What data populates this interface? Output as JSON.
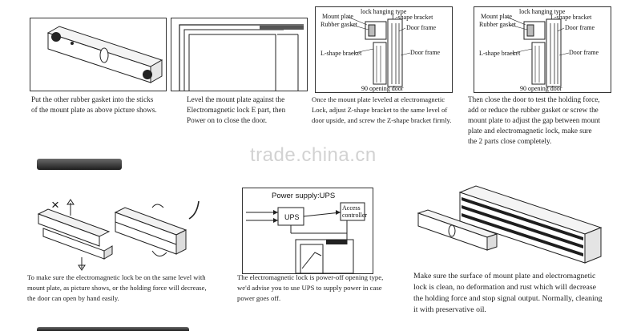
{
  "step1": {
    "caption": [
      "Put the other rubber gasket into the sticks",
      "of the mount plate as above picture shows."
    ]
  },
  "step2": {
    "caption": [
      "Level the mount plate against the",
      "Electromagnetic lock E part, then",
      "Power on to close the door."
    ]
  },
  "step3": {
    "labels": {
      "hanging": "lock hanging type",
      "mount": "Mount plate",
      "gasket": "Rubber gasket",
      "lshape_top": "L-shape bracket",
      "frame1": "Door frame",
      "lshape": "L-shape bracket",
      "frame2": "Door frame",
      "door": "90 opening door"
    },
    "caption": [
      "Once the mount plate leveled at electromagnetic",
      "Lock, adjust Z-shape bracket to the same level of",
      "door upside, and screw the  Z-shape bracket firmly."
    ]
  },
  "step4": {
    "labels": {
      "hanging": "lock hanging type",
      "mount": "Mount plate",
      "gasket": "Rubber gasket",
      "lshape_top": "L-shape bracket",
      "frame1": "Door frame",
      "lshape": "L-shape bracket",
      "frame2": "Door frame",
      "door": "90 opening door"
    },
    "caption": [
      "Then close the door to test the holding force,",
      "add or reduce the rubber gasket or screw the",
      "mount plate to adjust the gap between mount",
      "plate and electromagnetic lock, make sure",
      "the 2 parts close completely."
    ]
  },
  "watermark": "trade.china.cn",
  "step5": {
    "cross": "×",
    "caption": [
      "To make sure the electromagnetic lock be on the same level with",
      "mount plate, as picture shows, or the holding force will decrease,",
      "the door can open by hand easily."
    ]
  },
  "step6": {
    "title": "Power supply:UPS",
    "ups": "UPS",
    "access": [
      "Access",
      "controller"
    ],
    "caption": [
      "The electromagnetic lock is power-off opening type,",
      "we'd advise you  to use UPS to supply power in case",
      "power goes off."
    ]
  },
  "step7": {
    "caption": [
      "Make sure the surface of mount plate and electromagnetic",
      "lock is clean, no deformation and rust which will decrease",
      "the holding force and stop signal output. Normally, cleaning",
      "it with preservative oil."
    ]
  },
  "colors": {
    "bar": "#2a2a2a",
    "watermark": "#d2d2d2",
    "line": "#222222"
  }
}
